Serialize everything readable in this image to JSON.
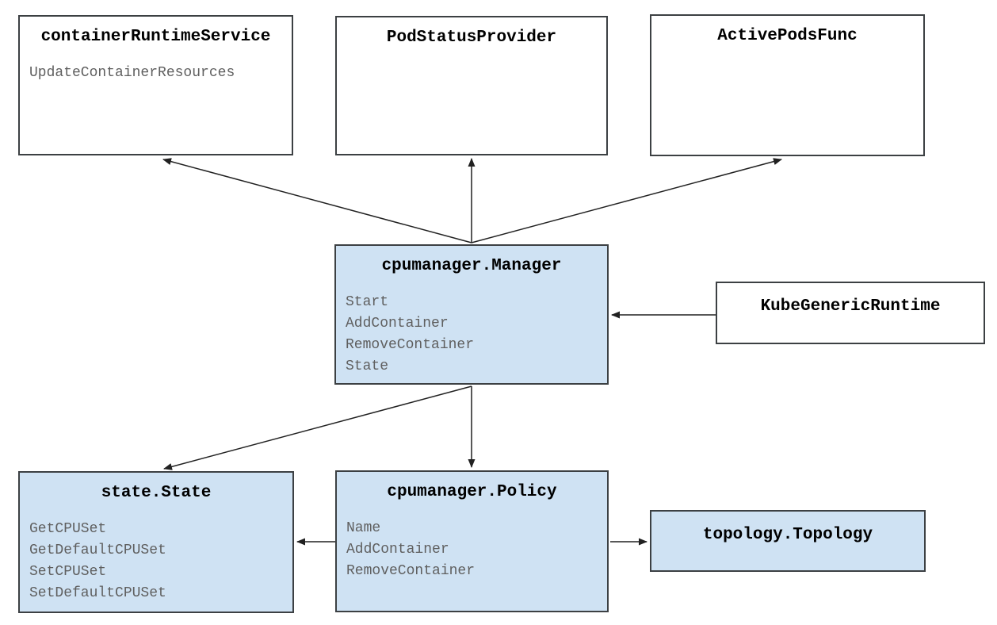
{
  "diagram": {
    "colors": {
      "node_fill_blue": "#cfe2f3",
      "node_fill_white": "#ffffff",
      "node_border": "#3c4043",
      "title_text": "#000000",
      "method_text": "#5f5f5f",
      "arrow": "#212121",
      "background": "#ffffff"
    },
    "boxes": {
      "container_runtime_service": {
        "title": "containerRuntimeService",
        "methods": [
          "UpdateContainerResources"
        ]
      },
      "pod_status_provider": {
        "title": "PodStatusProvider",
        "methods": []
      },
      "active_pods_func": {
        "title": "ActivePodsFunc",
        "methods": []
      },
      "cpumanager_manager": {
        "title": "cpumanager.Manager",
        "methods": [
          "Start",
          "AddContainer",
          "RemoveContainer",
          "State"
        ]
      },
      "kube_generic_runtime": {
        "title": "KubeGenericRuntime",
        "methods": []
      },
      "state_state": {
        "title": "state.State",
        "methods": [
          "GetCPUSet",
          "GetDefaultCPUSet",
          "SetCPUSet",
          "SetDefaultCPUSet"
        ]
      },
      "cpumanager_policy": {
        "title": "cpumanager.Policy",
        "methods": [
          "Name",
          "AddContainer",
          "RemoveContainer"
        ]
      },
      "topology_topology": {
        "title": "topology.Topology",
        "methods": []
      }
    }
  }
}
